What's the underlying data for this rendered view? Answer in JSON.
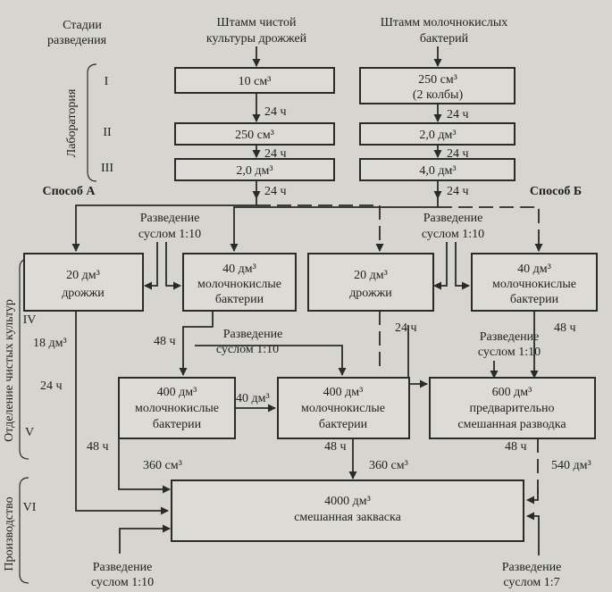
{
  "header": {
    "stages": [
      "Стадии",
      "разведения"
    ],
    "yeast_strain": [
      "Штамм чистой",
      "культуры дрожжей"
    ],
    "lactic_strain": [
      "Штамм молочнокислых",
      "бактерий"
    ]
  },
  "method_a": "Способ А",
  "method_b": "Способ Б",
  "sections": {
    "laboratory": "Лаборатория",
    "pure_culture": "Отделение чистых культур",
    "production": "Производство"
  },
  "stages": {
    "I": "I",
    "II": "II",
    "III": "III",
    "IV": "IV",
    "V": "V",
    "VI": "VI"
  },
  "lab_yeast": [
    "10 см³",
    "250 см³",
    "2,0 дм³"
  ],
  "lab_lactic": [
    [
      "250 см³",
      "(2 колбы)"
    ],
    [
      "2,0 дм³"
    ],
    [
      "4,0 дм³"
    ]
  ],
  "durations": {
    "h24": "24 ч",
    "h48": "48 ч"
  },
  "dilution": [
    "Разведение",
    "суслом 1:10"
  ],
  "boxes": {
    "yeast_a": [
      "20 дм³",
      "дрожжи"
    ],
    "lactic_a": [
      "40 дм³",
      "молочнокислые",
      "бактерии"
    ],
    "yeast_b": [
      "20 дм³",
      "дрожжи"
    ],
    "lactic_b": [
      "40 дм³",
      "молочнокислые",
      "бактерии"
    ],
    "lactic400_1": [
      "400 дм³",
      "молочнокислые",
      "бактерии"
    ],
    "lactic400_2": [
      "400 дм³",
      "молочнокислые",
      "бактерии"
    ],
    "mixed600": [
      "600 дм³",
      "предварительно",
      "смешанная разводка"
    ],
    "final": [
      "4000 дм³",
      "смешанная закваска"
    ]
  },
  "flows": {
    "v18": "18 дм³",
    "v40": "40 дм³",
    "v360": "360 см³",
    "v540": "540 дм³"
  },
  "bottom": {
    "dilution_left": [
      "Разведение",
      "суслом 1:10"
    ],
    "dilution_right": [
      "Разведение",
      "суслом 1:7"
    ]
  }
}
